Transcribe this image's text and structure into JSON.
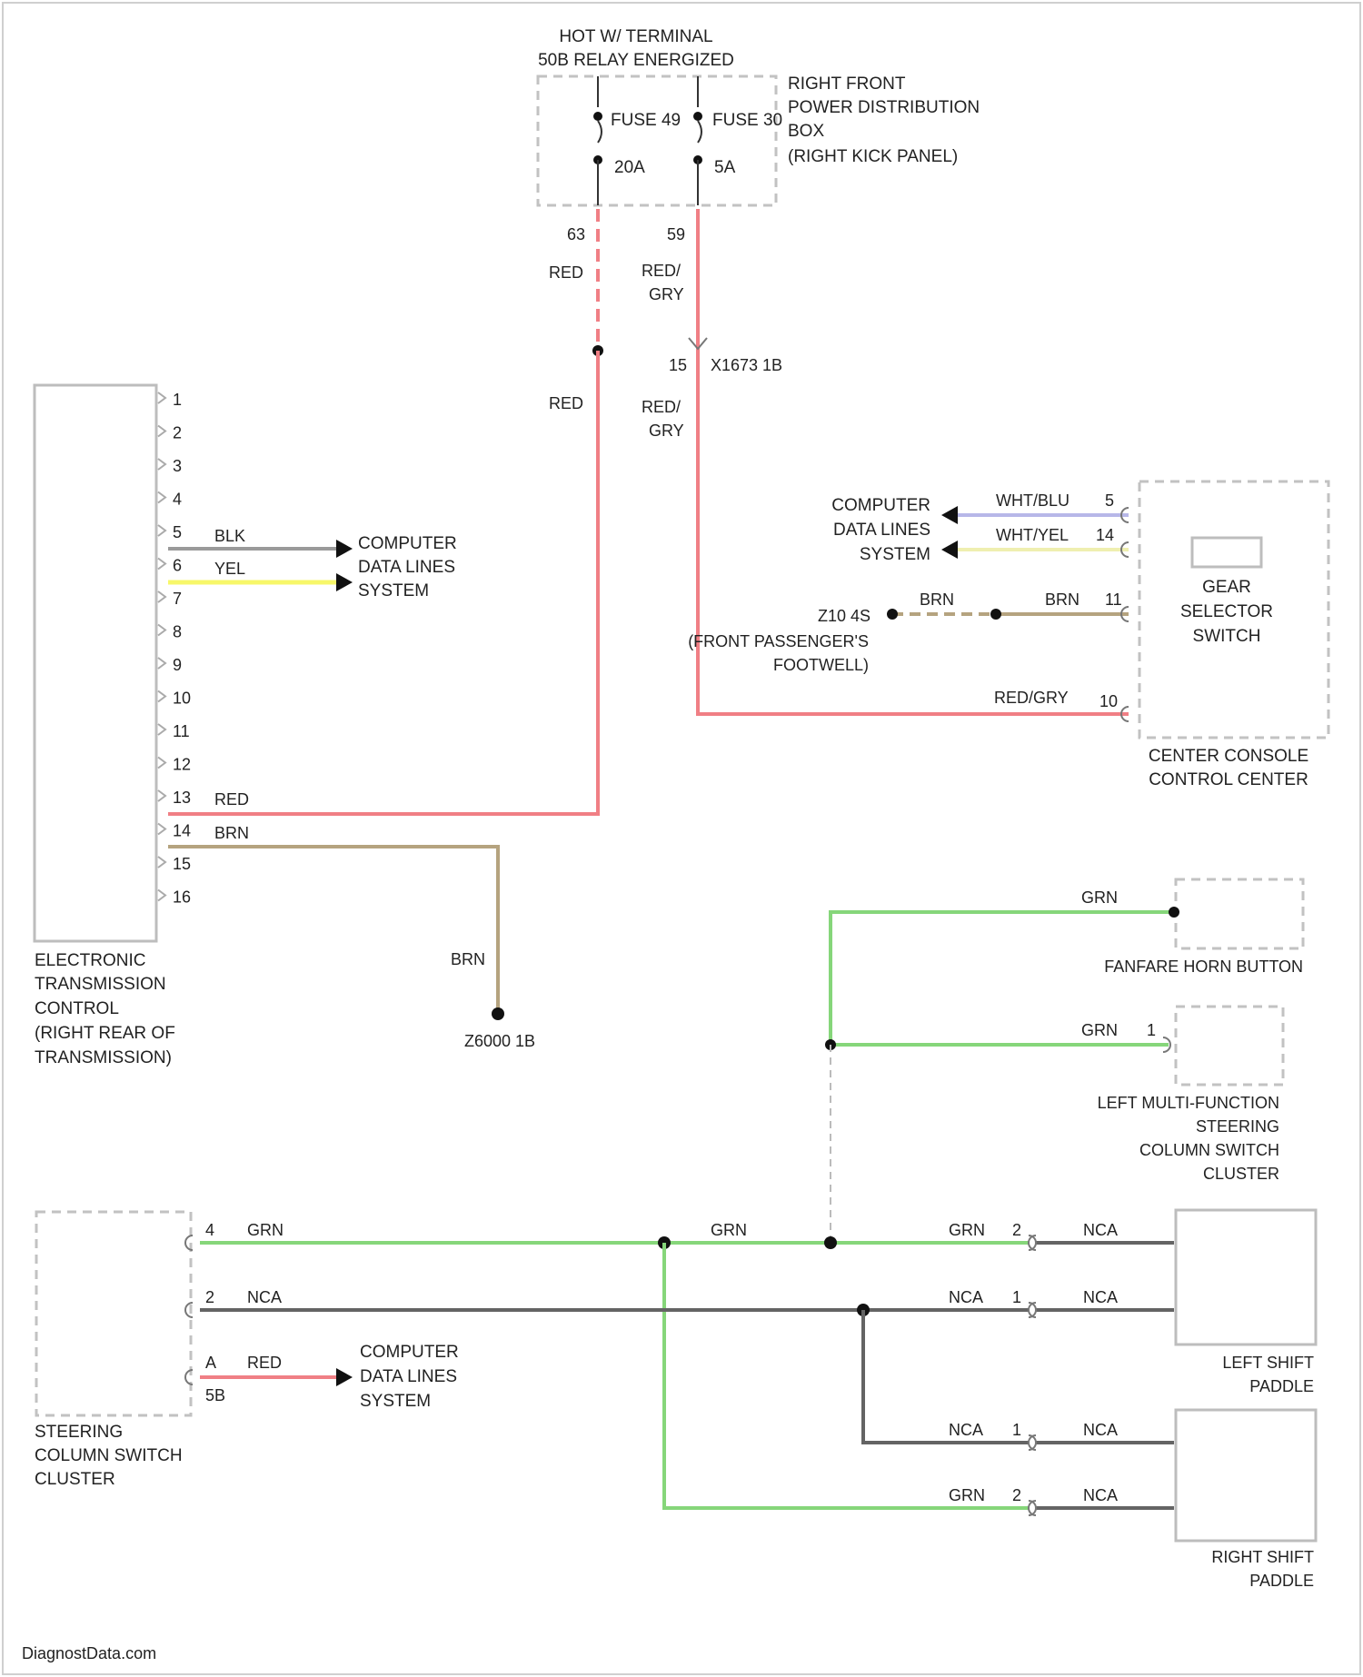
{
  "colors": {
    "red": "#f07f85",
    "brown": "#b5a37f",
    "yellow": "#f7f76a",
    "green": "#86d67a",
    "gray": "#646464",
    "blue": "#b7b7e8",
    "lightyellow": "#efefb0",
    "lightgray": "#9a9a9a"
  },
  "top": {
    "title_line1": "HOT W/ TERMINAL",
    "title_line2": "50B RELAY ENERGIZED",
    "fuse49": "FUSE 49",
    "fuse49_amp": "20A",
    "fuse30": "FUSE 30",
    "fuse30_amp": "5A",
    "pdb_line1": "RIGHT FRONT",
    "pdb_line2": "POWER DISTRIBUTION",
    "pdb_line3": "BOX",
    "pdb_line4": "(RIGHT KICK PANEL)",
    "pin63": "63",
    "pin59": "59",
    "wire_red": "RED",
    "wire_redgry1": "RED/",
    "wire_redgry2": "GRY",
    "conn_pin": "15",
    "conn_name": "X1673 1B"
  },
  "etc": {
    "name_line1": "ELECTRONIC",
    "name_line2": "TRANSMISSION",
    "name_line3": "CONTROL",
    "name_line4": "(RIGHT REAR OF",
    "name_line5": "TRANSMISSION)",
    "pins": [
      "1",
      "2",
      "3",
      "4",
      "5",
      "6",
      "7",
      "8",
      "9",
      "10",
      "11",
      "12",
      "13",
      "14",
      "15",
      "16"
    ],
    "w5": "BLK",
    "w6": "YEL",
    "w13": "RED",
    "w14": "BRN",
    "cdl_line1": "COMPUTER",
    "cdl_line2": "DATA LINES",
    "cdl_line3": "SYSTEM",
    "ground_wire": "BRN",
    "ground_name": "Z6000 1B"
  },
  "gear": {
    "cdl_line1": "COMPUTER",
    "cdl_line2": "DATA LINES",
    "cdl_line3": "SYSTEM",
    "w5": "WHT/BLU",
    "p5": "5",
    "w14": "WHT/YEL",
    "p14": "14",
    "w11a": "BRN",
    "w11b": "BRN",
    "p11": "11",
    "splice": "Z10 4S",
    "footwell1": "(FRONT PASSENGER'S",
    "footwell2": "FOOTWELL)",
    "w10": "RED/GRY",
    "p10": "10",
    "sw1": "GEAR",
    "sw2": "SELECTOR",
    "sw3": "SWITCH",
    "ccc1": "CENTER CONSOLE",
    "ccc2": "CONTROL CENTER"
  },
  "horn": {
    "wire": "GRN",
    "name": "FANFARE HORN BUTTON"
  },
  "lmf": {
    "wire": "GRN",
    "pin": "1",
    "name1": "LEFT MULTI-FUNCTION",
    "name2": "STEERING",
    "name3": "COLUMN SWITCH",
    "name4": "CLUSTER"
  },
  "scsc": {
    "p4": "4",
    "w4": "GRN",
    "p2": "2",
    "w2": "NCA",
    "pA": "A",
    "wA": "RED",
    "pB": "5B",
    "cdl_line1": "COMPUTER",
    "cdl_line2": "DATA LINES",
    "cdl_line3": "SYSTEM",
    "name1": "STEERING",
    "name2": "COLUMN SWITCH",
    "name3": "CLUSTER",
    "mid_wire": "GRN"
  },
  "lsp": {
    "wire_in1": "GRN",
    "pin1": "2",
    "wire_out1": "NCA",
    "wire_in2": "NCA",
    "pin2": "1",
    "wire_out2": "NCA",
    "name1": "LEFT SHIFT",
    "name2": "PADDLE"
  },
  "rsp": {
    "wire_in1": "NCA",
    "pin1": "1",
    "wire_out1": "NCA",
    "wire_in2": "GRN",
    "pin2": "2",
    "wire_out2": "NCA",
    "name1": "RIGHT SHIFT",
    "name2": "PADDLE"
  },
  "footer": "DiagnostData.com"
}
